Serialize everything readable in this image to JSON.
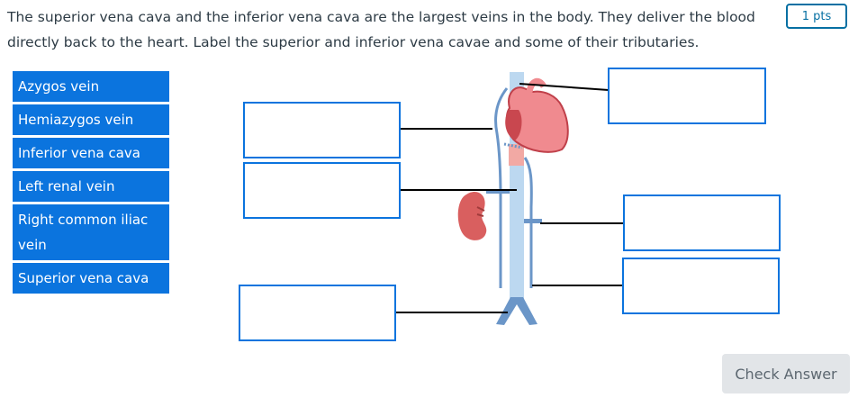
{
  "question": {
    "text": "The superior vena cava and the inferior vena cava are the largest veins in the body. They deliver the blood directly back to the heart. Label the superior and inferior vena cavae and some of their tributaries."
  },
  "points_badge": "1 pts",
  "answer_bank": [
    {
      "label": "Azygos vein"
    },
    {
      "label": "Hemiazygos vein"
    },
    {
      "label": "Inferior vena cava"
    },
    {
      "label": "Left renal vein"
    },
    {
      "label": "Right common iliac vein"
    },
    {
      "label": "Superior vena cava"
    }
  ],
  "check_button": "Check Answer",
  "colors": {
    "accent": "#0b74de",
    "vein_light": "#bcd8f0",
    "vein_dark": "#6b96c8",
    "heart": "#f08a8f",
    "kidney": "#d95f5f"
  }
}
